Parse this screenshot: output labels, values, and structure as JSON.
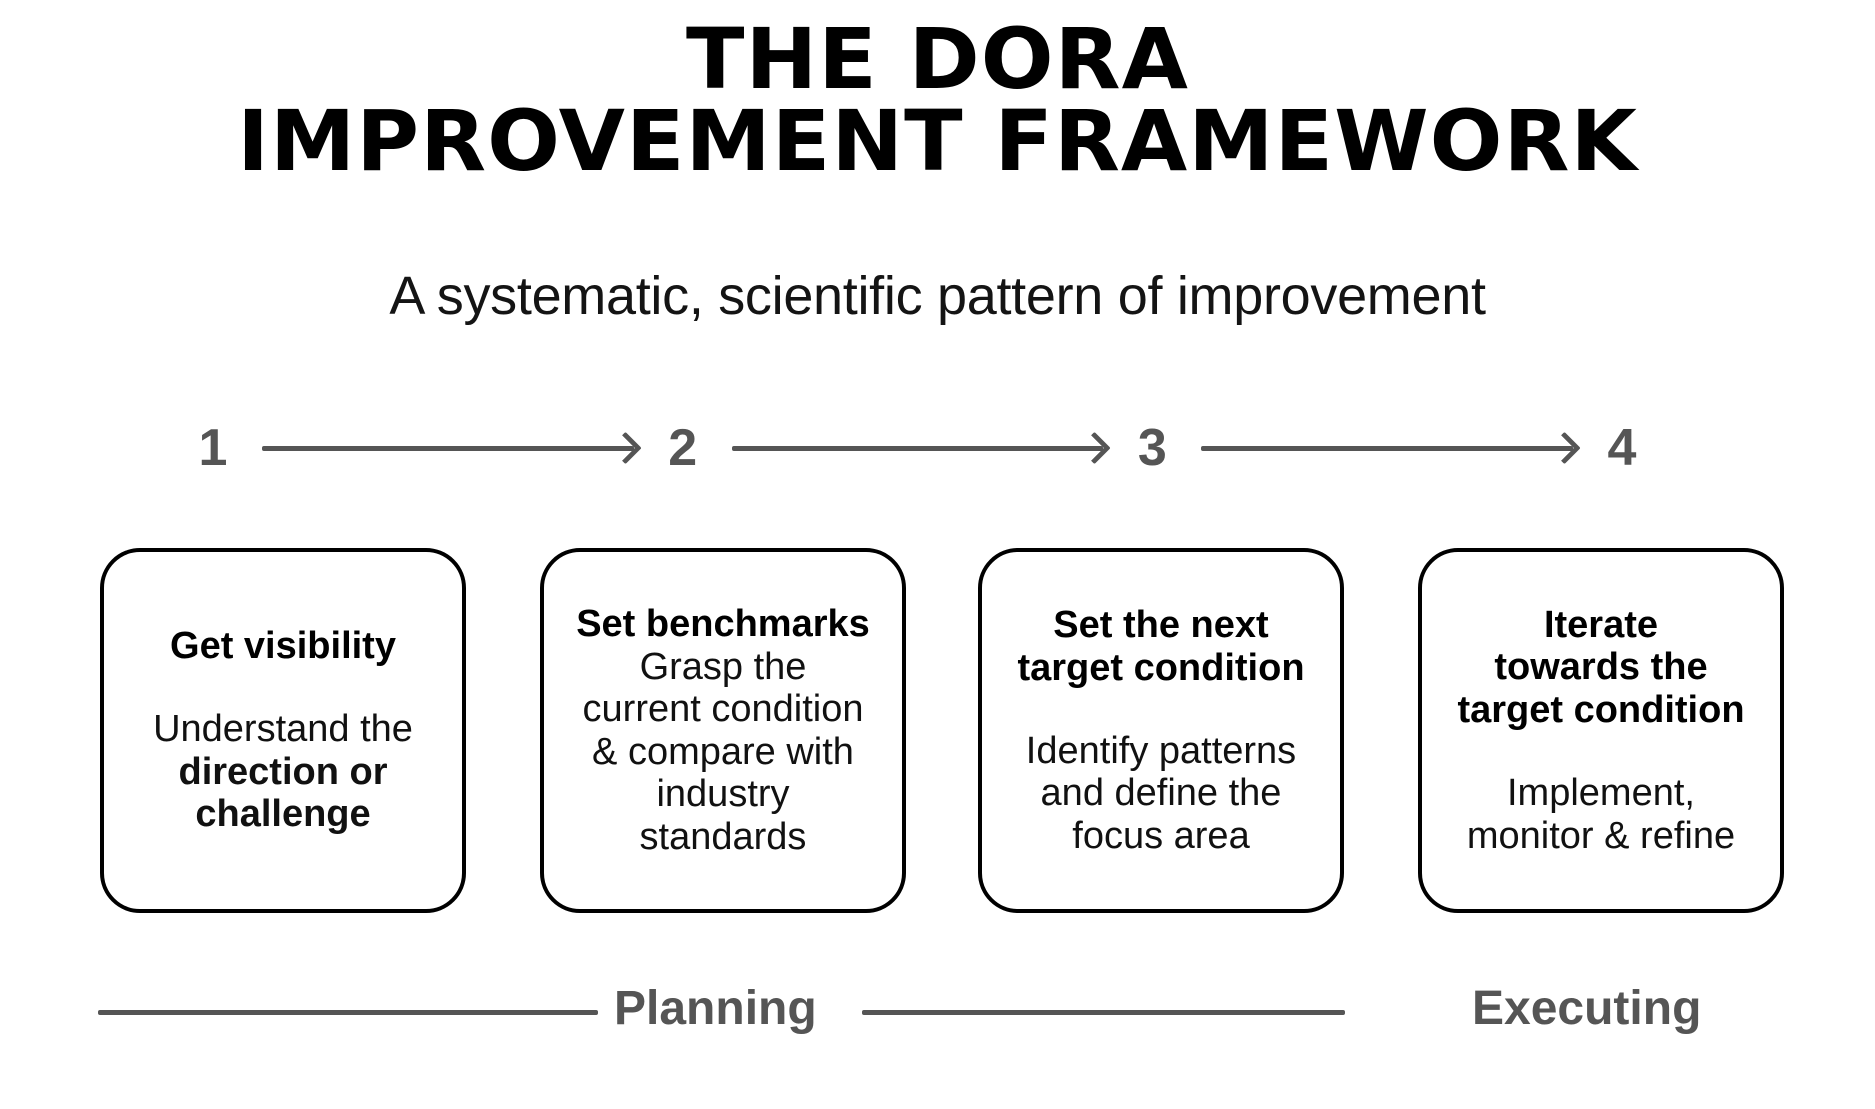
{
  "header": {
    "title_line_1": "THE DORA",
    "title_line_2": "IMPROVEMENT FRAMEWORK",
    "subtitle": "A systematic, scientific pattern of improvement"
  },
  "steps": [
    {
      "number": "1"
    },
    {
      "number": "2"
    },
    {
      "number": "3"
    },
    {
      "number": "4"
    }
  ],
  "cards": [
    {
      "title": "Get visibility",
      "body_lines": [
        "Understand the",
        "direction or",
        "challenge"
      ],
      "body_text": "Understand the direction or challenge",
      "bold_terms": [
        "direction",
        "challenge"
      ],
      "has_gap": true
    },
    {
      "title": "Set benchmarks",
      "body_lines": [
        "Grasp the",
        "current condition",
        "& compare with",
        "industry",
        "standards"
      ],
      "body_text": "Grasp the current condition & compare with industry standards",
      "bold_terms": [],
      "has_gap": false
    },
    {
      "title_lines": [
        "Set the next",
        "target condition"
      ],
      "title": "Set the next target condition",
      "body_lines": [
        "Identify patterns",
        "and define the",
        "focus area"
      ],
      "body_text": "Identify patterns and define the focus area",
      "bold_terms": [],
      "has_gap": true
    },
    {
      "title_lines": [
        "Iterate",
        "towards the",
        "target condition"
      ],
      "title": "Iterate towards the target condition",
      "body_lines": [
        "Implement,",
        "monitor & refine"
      ],
      "body_text": "Implement, monitor & refine",
      "bold_terms": [],
      "has_gap": true
    }
  ],
  "phases": {
    "planning_label": "Planning",
    "executing_label": "Executing"
  },
  "colors": {
    "background": "#ffffff",
    "ink": "#000000",
    "gray": "#555555",
    "card_border": "#000000"
  }
}
